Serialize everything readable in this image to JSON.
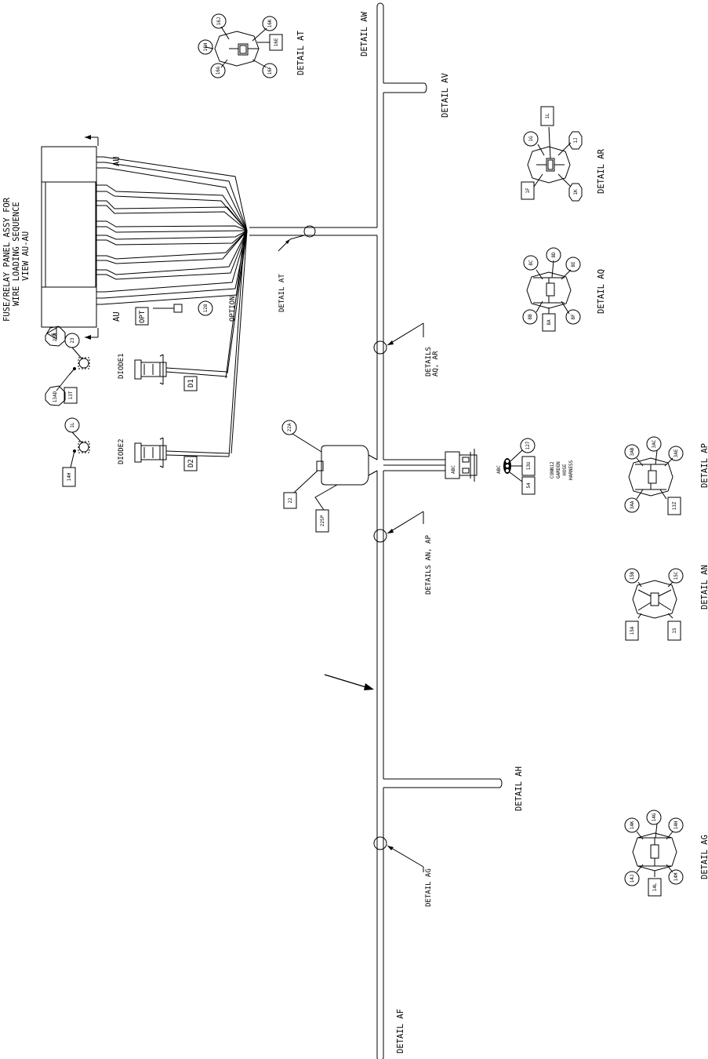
{
  "title": {
    "line1": "FUSE/RELAY PANEL ASSY FOR",
    "line2": "WIRE LOADING SEQUENCE",
    "line3": "VIEW AU-AU"
  },
  "details": {
    "aw": "DETAIL AW",
    "av": "DETAIL AV",
    "at": "DETAIL AT",
    "at_pointer": "DETAIL AT",
    "ar": "DETAIL AR",
    "aq": "DETAIL AQ",
    "aq_ar_line1": "DETAILS",
    "aq_ar_line2": "AQ, AR",
    "an_ap_pointer": "DETAILS AN, AP",
    "ap": "DETAIL AP",
    "an": "DETAIL AN",
    "ah": "DETAIL AH",
    "ag": "DETAIL AG",
    "ag_pointer": "DETAIL AG",
    "af": "DETAIL AF"
  },
  "view_marks": {
    "top": "AU",
    "bottom": "AU"
  },
  "labels": {
    "opt": "OPT",
    "option": "OPTION",
    "c128": "128",
    "diode1": "DIODE1",
    "diode2": "DIODE2",
    "d1": "D1",
    "d2": "D2",
    "b22": "22",
    "c22a": "22A",
    "b22sp": "22SP",
    "c23": "23",
    "c23a": "23A",
    "tri6": "6",
    "c13ad": "13AD",
    "b13t": "13T",
    "c1l": "1L",
    "b14h": "14H",
    "abc": "ABC",
    "abc2": "ABC",
    "c127": "127",
    "b13u": "13U",
    "b54": "54",
    "conn_line1": "CONN12",
    "conn_line2": "GARDEN",
    "conn_line3": "HOSE",
    "conn_line4": "HARNESS"
  },
  "callouts": {
    "at": [
      "16J",
      "16K",
      "16H",
      "16E",
      "16G",
      "16F"
    ],
    "ar": [
      "1L",
      "1G",
      "1J",
      "1F",
      "1K"
    ],
    "aq": [
      "8C",
      "8D",
      "8E",
      "8B",
      "8A",
      "8F"
    ],
    "ap": [
      "3AB",
      "3AC",
      "3AE",
      "3AA",
      "13Z"
    ],
    "an": [
      "15B",
      "15C",
      "15A",
      "15"
    ],
    "ag": [
      "14K",
      "14G",
      "14H",
      "14J",
      "14L",
      "14M"
    ]
  }
}
